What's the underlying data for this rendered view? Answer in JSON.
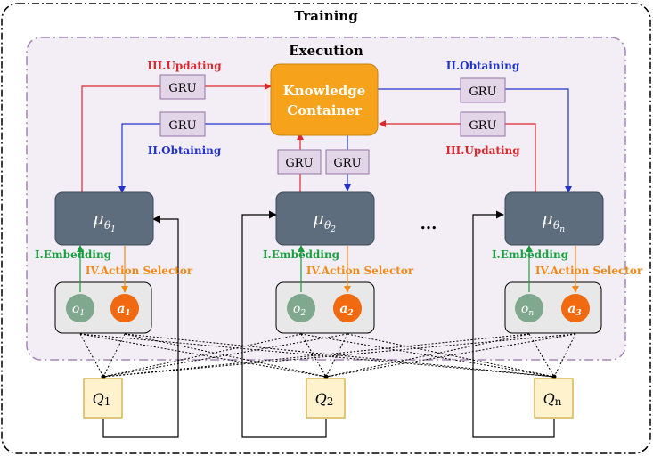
{
  "diagram": {
    "training_label": "Training",
    "execution_label": "Execution",
    "knowledge_container": {
      "line1": "Knowledge",
      "line2": "Container"
    },
    "gru_label": "GRU",
    "ellipsis": "...",
    "steps": {
      "updating": "III.Updating",
      "obtaining": "II.Obtaining",
      "embedding": "I.Embedding",
      "action_selector": "IV.Action Selector"
    },
    "agents": [
      {
        "policy": "μ",
        "theta_sub": "θ",
        "index": "1",
        "obs": "o",
        "obs_sub": "1",
        "act": "a",
        "act_sub": "1"
      },
      {
        "policy": "μ",
        "theta_sub": "θ",
        "index": "2",
        "obs": "o",
        "obs_sub": "2",
        "act": "a",
        "act_sub": "2"
      },
      {
        "policy": "μ",
        "theta_sub": "θ",
        "index": "n",
        "obs": "o",
        "obs_sub": "n",
        "act": "a",
        "act_sub": "3"
      }
    ],
    "critics": [
      {
        "name": "Q",
        "sub": "1"
      },
      {
        "name": "Q",
        "sub": "2"
      },
      {
        "name": "Q",
        "sub": "n"
      }
    ],
    "colors": {
      "policy_box": "#5d6d7e",
      "knowledge_box": "#f7a21b",
      "gru_box": "#e1d5e7",
      "gru_border": "#9673a6",
      "obs_circle": "#7fa88e",
      "act_circle": "#f26a10",
      "critic_box": "#fff2cc",
      "critic_border": "#d6b656",
      "execution_fill": "#f3eef5",
      "execution_border": "#a486b5",
      "update_red": "#d9282f",
      "obtain_blue": "#2233cc",
      "embed_green": "#1a9e3f",
      "action_orange": "#f28a1a"
    }
  }
}
